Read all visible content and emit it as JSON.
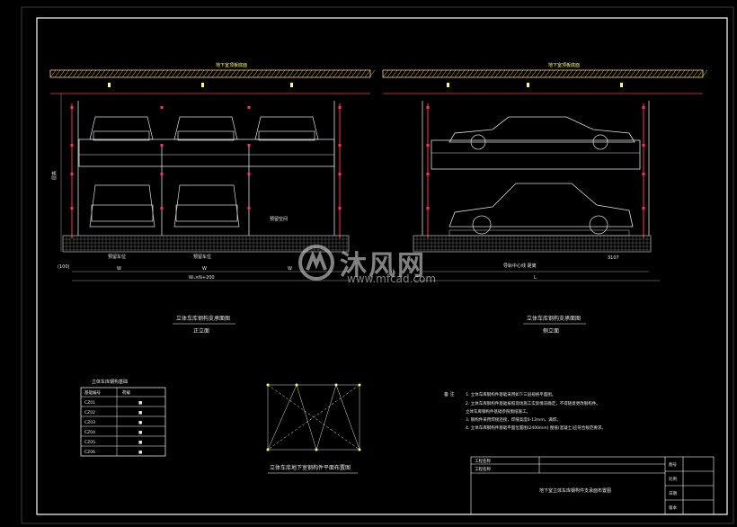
{
  "ceiling_label": "地下室顶板底面",
  "front": {
    "labels": {
      "lift_left": "预留车位",
      "lift_mid": "预留车位",
      "pit_right": "预留空间"
    },
    "dims": {
      "d1": "W",
      "d2": "W",
      "d3": "W",
      "total": "W₁×N+200",
      "left_dim": "(100)",
      "height": "层高"
    },
    "title": "立体车库钢构支承面图",
    "subtitle": "正立面"
  },
  "side": {
    "labels": {
      "rail": "导轨中心线 距离",
      "d": "3107"
    },
    "dims": {
      "total": "L"
    },
    "title": "立体车库钢构支承面图",
    "subtitle": "侧立面"
  },
  "table": {
    "title": "立体车库钢构基础",
    "headers": [
      "基础编号",
      "荷载"
    ],
    "rows": [
      [
        "CZ01",
        "■"
      ],
      [
        "CZ02",
        "■"
      ],
      [
        "CZ03",
        "■"
      ],
      [
        "CZ04",
        "■"
      ],
      [
        "CZ05",
        "■"
      ],
      [
        "CZ06",
        "■"
      ]
    ]
  },
  "plan": {
    "title": "立体车库地下室钢构件平面布置图"
  },
  "notes": {
    "heading": "备 注",
    "lines": [
      "1. 立体车库钢构件基础采用如下三层规格平面图。",
      "2. 立体车库钢构件基础按照现场施工实际情况确定，不得随意更改钢构件。",
      "   立体车库钢构件基础参照图纸施工。",
      "3. 钢构件采用焊接连接，焊缝高度6-12mm，满焊。",
      "4. 立体车库钢构件基础平面位置图(2400mm) 图纸(混凝土)应符合规范要求。"
    ]
  },
  "title_block": {
    "r1": "工程名称",
    "r2": "工程名称",
    "main": "地下室立体车库钢构件支承面布置图",
    "c1": "图号",
    "c2": "比例",
    "c3": "日期",
    "c4": "版本"
  },
  "watermark": {
    "cn": "沐风网",
    "en": "www.mfcad.com"
  },
  "colors": {
    "frame": "#ffffff",
    "accent": "#ff3355",
    "yellow": "#ffff66",
    "grid": "#cccccc"
  }
}
